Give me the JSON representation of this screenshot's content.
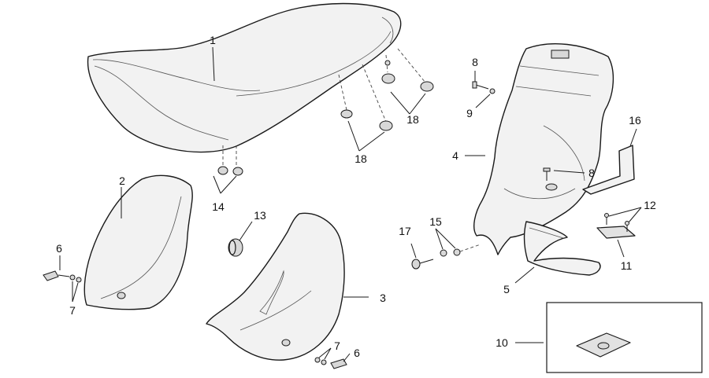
{
  "diagram": {
    "callouts": [
      "1",
      "2",
      "3",
      "4",
      "5",
      "6",
      "6",
      "7",
      "7",
      "8",
      "8",
      "9",
      "10",
      "11",
      "12",
      "13",
      "14",
      "15",
      "16",
      "17",
      "18",
      "18"
    ],
    "colors": {
      "line": "#1a1a1a",
      "fill": "#f2f2f2",
      "background": "#ffffff"
    }
  }
}
